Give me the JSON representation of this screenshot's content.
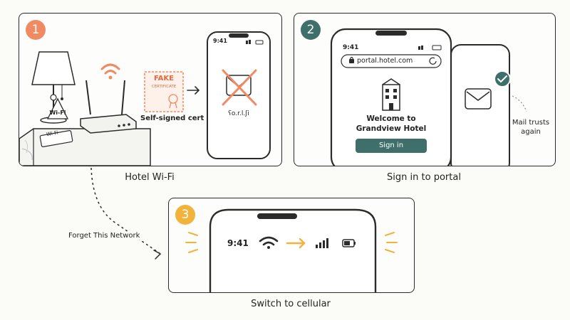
{
  "colors": {
    "accent_orange": "#f08a62",
    "accent_teal": "#3e6f6b",
    "accent_yellow": "#f2b33d",
    "ink": "#2b2b2b"
  },
  "step1": {
    "number": "1",
    "router_sign": "Wi-Fi",
    "card_text": "Wi-Fi",
    "cert_title": "FAKE",
    "cert_subtitle": "CERTIFICATE",
    "cert_label": "Self-signed cert",
    "phone_time": "9:41",
    "garbled_text": "ʕo.r.l.ʃi",
    "caption": "Hotel Wi-Fi"
  },
  "step2": {
    "number": "2",
    "phone_time": "9:41",
    "url": "portal.hotel.com",
    "welcome_line1": "Welcome to",
    "welcome_line2": "Grandview Hotel",
    "sign_in_button": "Sign in",
    "mail_note_line1": "Mail trusts",
    "mail_note_line2": "again",
    "caption": "Sign in to portal"
  },
  "connector_label": "Forget This Network",
  "step3": {
    "number": "3",
    "phone_time": "9:41",
    "caption": "Switch to cellular"
  }
}
